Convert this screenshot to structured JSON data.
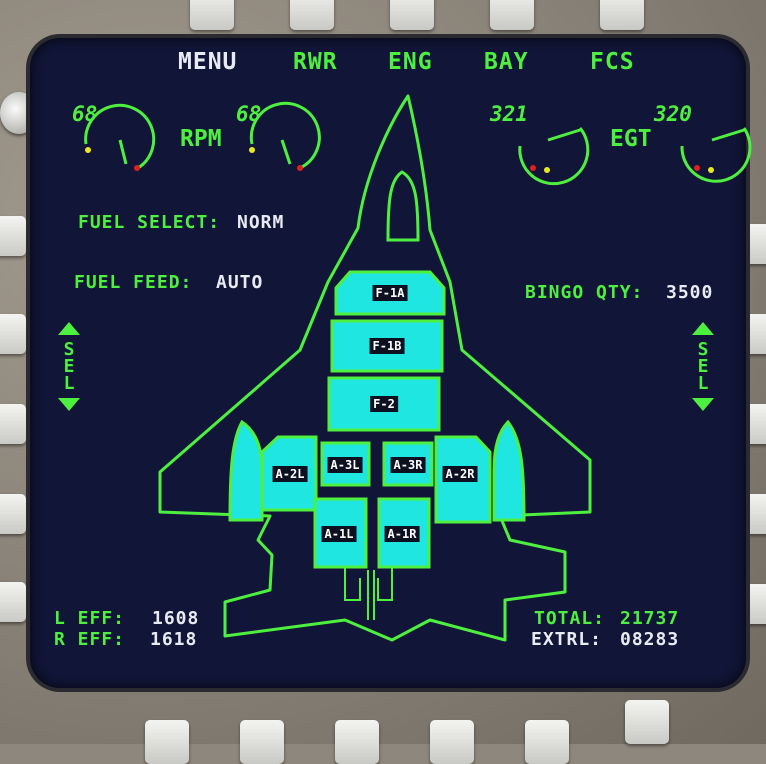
{
  "menu": {
    "items": [
      "MENU",
      "RWR",
      "ENG",
      "BAY",
      "FCS"
    ]
  },
  "engine": {
    "rpm_label": "RPM",
    "egt_label": "EGT",
    "rpm_left": "68",
    "rpm_right": "68",
    "egt_left": "321",
    "egt_right": "320"
  },
  "fuel": {
    "select_label": "FUEL SELECT:",
    "select_value": "NORM",
    "feed_label": "FUEL FEED:",
    "feed_value": "AUTO",
    "bingo_label": "BINGO QTY:",
    "bingo_value": "3500"
  },
  "sel": {
    "left": "SEL",
    "right": "SEL"
  },
  "tanks": {
    "f1a": "F-1A",
    "f1b": "F-1B",
    "f2": "F-2",
    "a2l": "A-2L",
    "a3l": "A-3L",
    "a3r": "A-3R",
    "a2r": "A-2R",
    "a1l": "A-1L",
    "a1r": "A-1R"
  },
  "efficiency": {
    "l_label": "L EFF:",
    "l_value": "1608",
    "r_label": "R EFF:",
    "r_value": "1618"
  },
  "totals": {
    "total_label": "TOTAL:",
    "total_value": "21737",
    "extrl_label": "EXTRL:",
    "extrl_value": "08283"
  },
  "colors": {
    "symbology_green": "#4ef040",
    "tank_fill": "#1fe6e0",
    "screen_bg": "#111537",
    "text_white": "#e8ecf2"
  }
}
